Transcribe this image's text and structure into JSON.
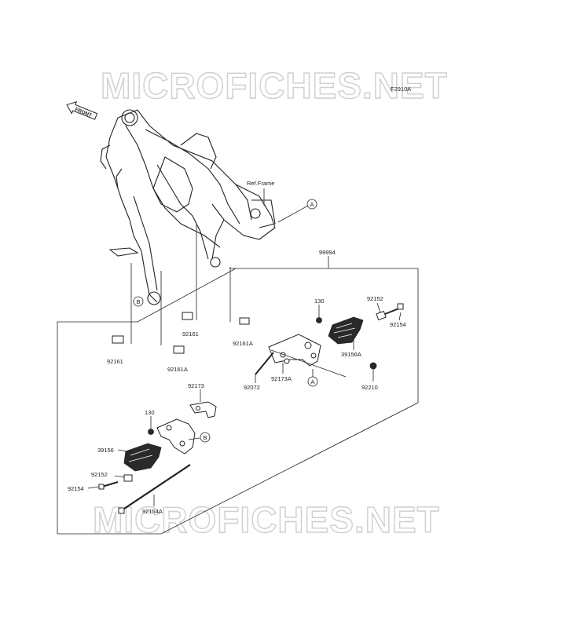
{
  "watermark": {
    "top": "MICROFICHES.NET",
    "bottom": "MICROFICHES.NET"
  },
  "figure_code": "F2910A",
  "front_arrow_text": "FRONT",
  "ref_frame": "Ref.Frame",
  "callouts": {
    "a": "A",
    "b": "B"
  },
  "assembly_number": "99994",
  "parts": {
    "p92161_left": "92161",
    "p92161a_left": "92161A",
    "p92161_mid": "92161",
    "p92161a_mid": "92161A",
    "p130_right": "130",
    "p92152_right": "92152",
    "p92154_right": "92154",
    "p39156a": "39156A",
    "p92072": "92072",
    "p92173a": "92173A",
    "p92210": "92210",
    "p92173": "92173",
    "p130_left": "130",
    "p39156": "39156",
    "p92152_left": "92152",
    "p92154_left": "92154",
    "p92154a": "92154A"
  }
}
